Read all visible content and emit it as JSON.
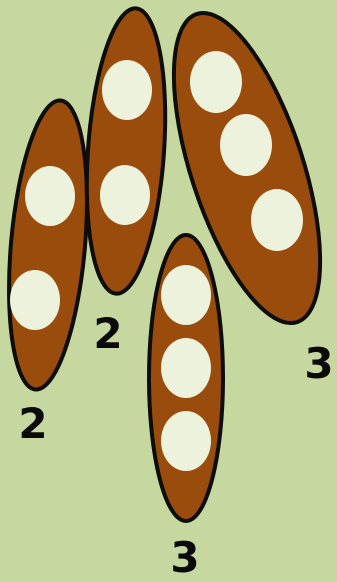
{
  "colors": {
    "background": "#c6d8a0",
    "pod": "#9a4c0c",
    "seed": "#edf2dc",
    "outline": "#0d0d0d",
    "text": "#0a0a0a"
  },
  "pods": [
    {
      "name": "pod-left",
      "seed_count": 2,
      "label": "2"
    },
    {
      "name": "pod-middle-top",
      "seed_count": 2,
      "label": "2"
    },
    {
      "name": "pod-right",
      "seed_count": 3,
      "label": "3"
    },
    {
      "name": "pod-bottom",
      "seed_count": 3,
      "label": "3"
    }
  ]
}
